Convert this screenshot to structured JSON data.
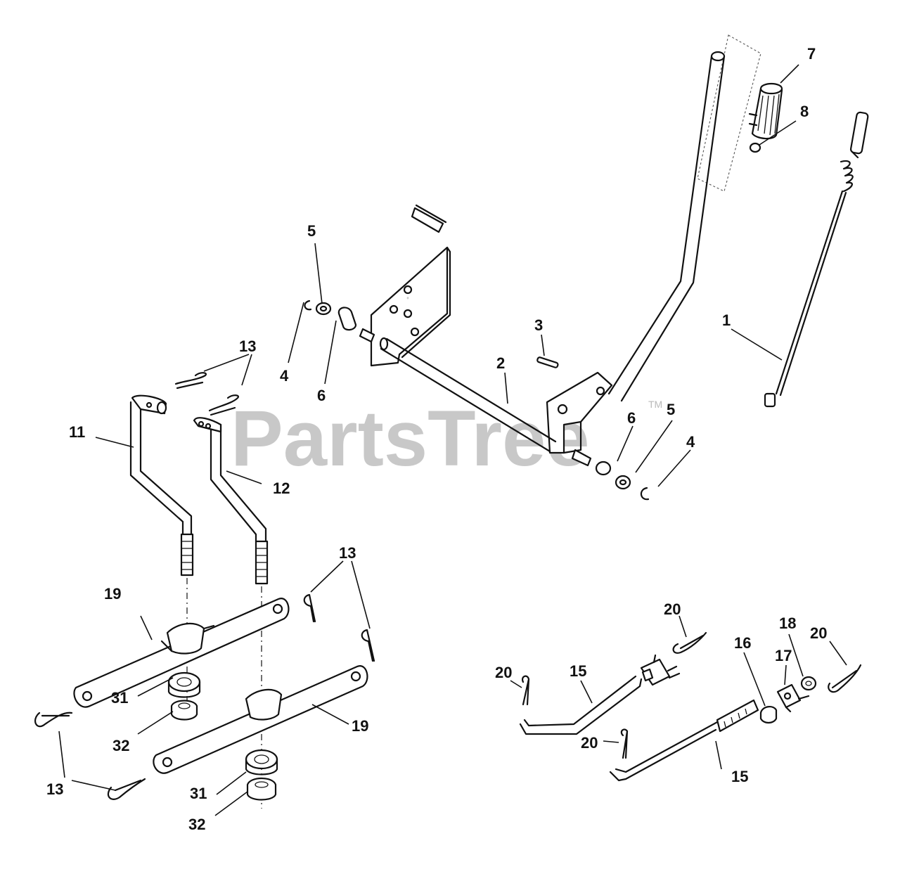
{
  "watermark": {
    "text": "PartsTree",
    "mark": "TM",
    "color": "#b9b9b9"
  },
  "callouts": {
    "c1": "1",
    "c2": "2",
    "c3": "3",
    "c4a": "4",
    "c4b": "4",
    "c5a": "5",
    "c5b": "5",
    "c6a": "6",
    "c6b": "6",
    "c7": "7",
    "c8": "8",
    "c11": "11",
    "c12": "12",
    "c13a": "13",
    "c13b": "13",
    "c13c": "13",
    "c15a": "15",
    "c15b": "15",
    "c16": "16",
    "c17": "17",
    "c18": "18",
    "c19a": "19",
    "c19b": "19",
    "c20a": "20",
    "c20b": "20",
    "c20c": "20",
    "c20d": "20",
    "c31a": "31",
    "c31b": "31",
    "c32a": "32",
    "c32b": "32"
  }
}
